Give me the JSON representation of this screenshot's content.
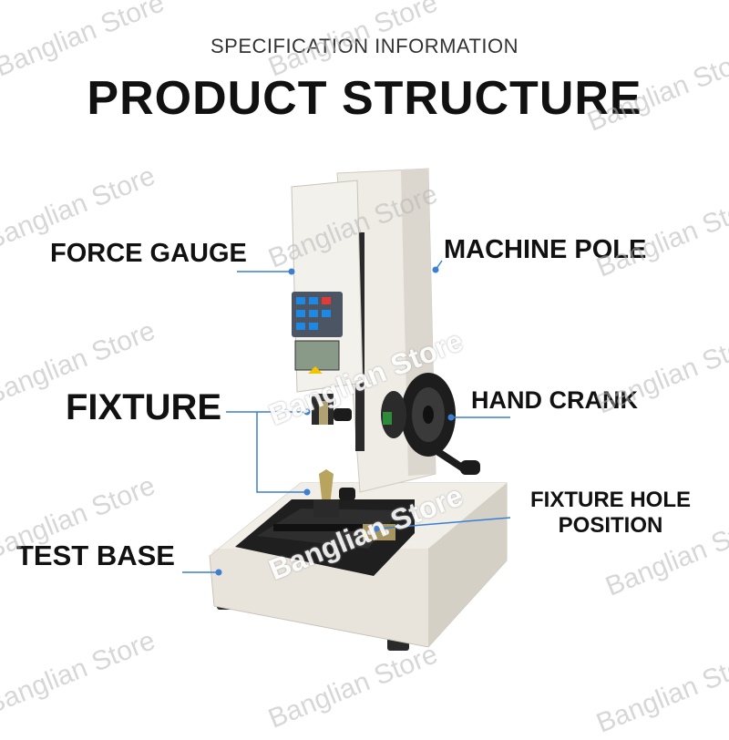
{
  "header": {
    "subtitle": "SPECIFICATION INFORMATION",
    "title": "PRODUCT STRUCTURE"
  },
  "labels": {
    "force_gauge": "FORCE GAUGE",
    "machine_pole": "MACHINE POLE",
    "fixture": "FIXTURE",
    "hand_crank": "HAND CRANK",
    "fixture_hole_line1": "FIXTURE HOLE",
    "fixture_hole_line2": "POSITION",
    "test_base": "TEST BASE"
  },
  "watermark": {
    "text": "Banglian Store"
  },
  "colors": {
    "callout_line": "#3b7fd4",
    "body": "#e9e6df",
    "dark": "#1c1c1c"
  }
}
